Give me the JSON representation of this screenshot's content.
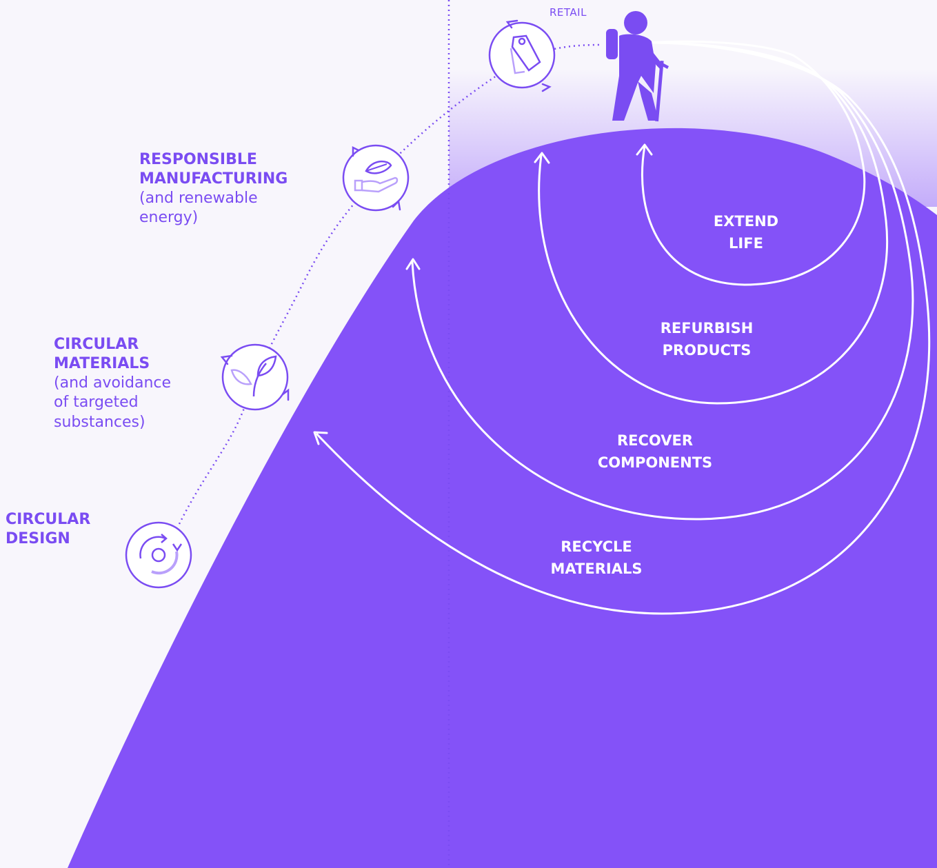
{
  "colors": {
    "background": "#f8f6fc",
    "hill": "#8452f8",
    "accent_text": "#7a4cf2",
    "loop_line": "#ffffff",
    "dotted_path": "#7a4cf2"
  },
  "stages": [
    {
      "id": "circular-design",
      "title_lines": [
        "CIRCULAR",
        "DESIGN"
      ],
      "sub_lines": [],
      "icon": "circular-design-icon"
    },
    {
      "id": "circular-materials",
      "title_lines": [
        "CIRCULAR",
        "MATERIALS"
      ],
      "sub_lines": [
        "(and avoidance",
        "of targeted",
        "substances)"
      ],
      "icon": "leaf-sprout-icon"
    },
    {
      "id": "responsible-manufacturing",
      "title_lines": [
        "RESPONSIBLE",
        "MANUFACTURING"
      ],
      "sub_lines": [
        "(and renewable",
        "energy)"
      ],
      "icon": "hand-leaf-icon"
    },
    {
      "id": "retail",
      "title_lines": [
        "RETAIL"
      ],
      "sub_lines": [],
      "icon": "price-tag-icon"
    }
  ],
  "loops": [
    {
      "id": "extend-life",
      "lines": [
        "EXTEND",
        "LIFE"
      ]
    },
    {
      "id": "refurbish-products",
      "lines": [
        "REFURBISH",
        "PRODUCTS"
      ]
    },
    {
      "id": "recover-components",
      "lines": [
        "RECOVER",
        "COMPONENTS"
      ]
    },
    {
      "id": "recycle-materials",
      "lines": [
        "RECYCLE",
        "MATERIALS"
      ]
    }
  ],
  "figure": "hiker-icon"
}
